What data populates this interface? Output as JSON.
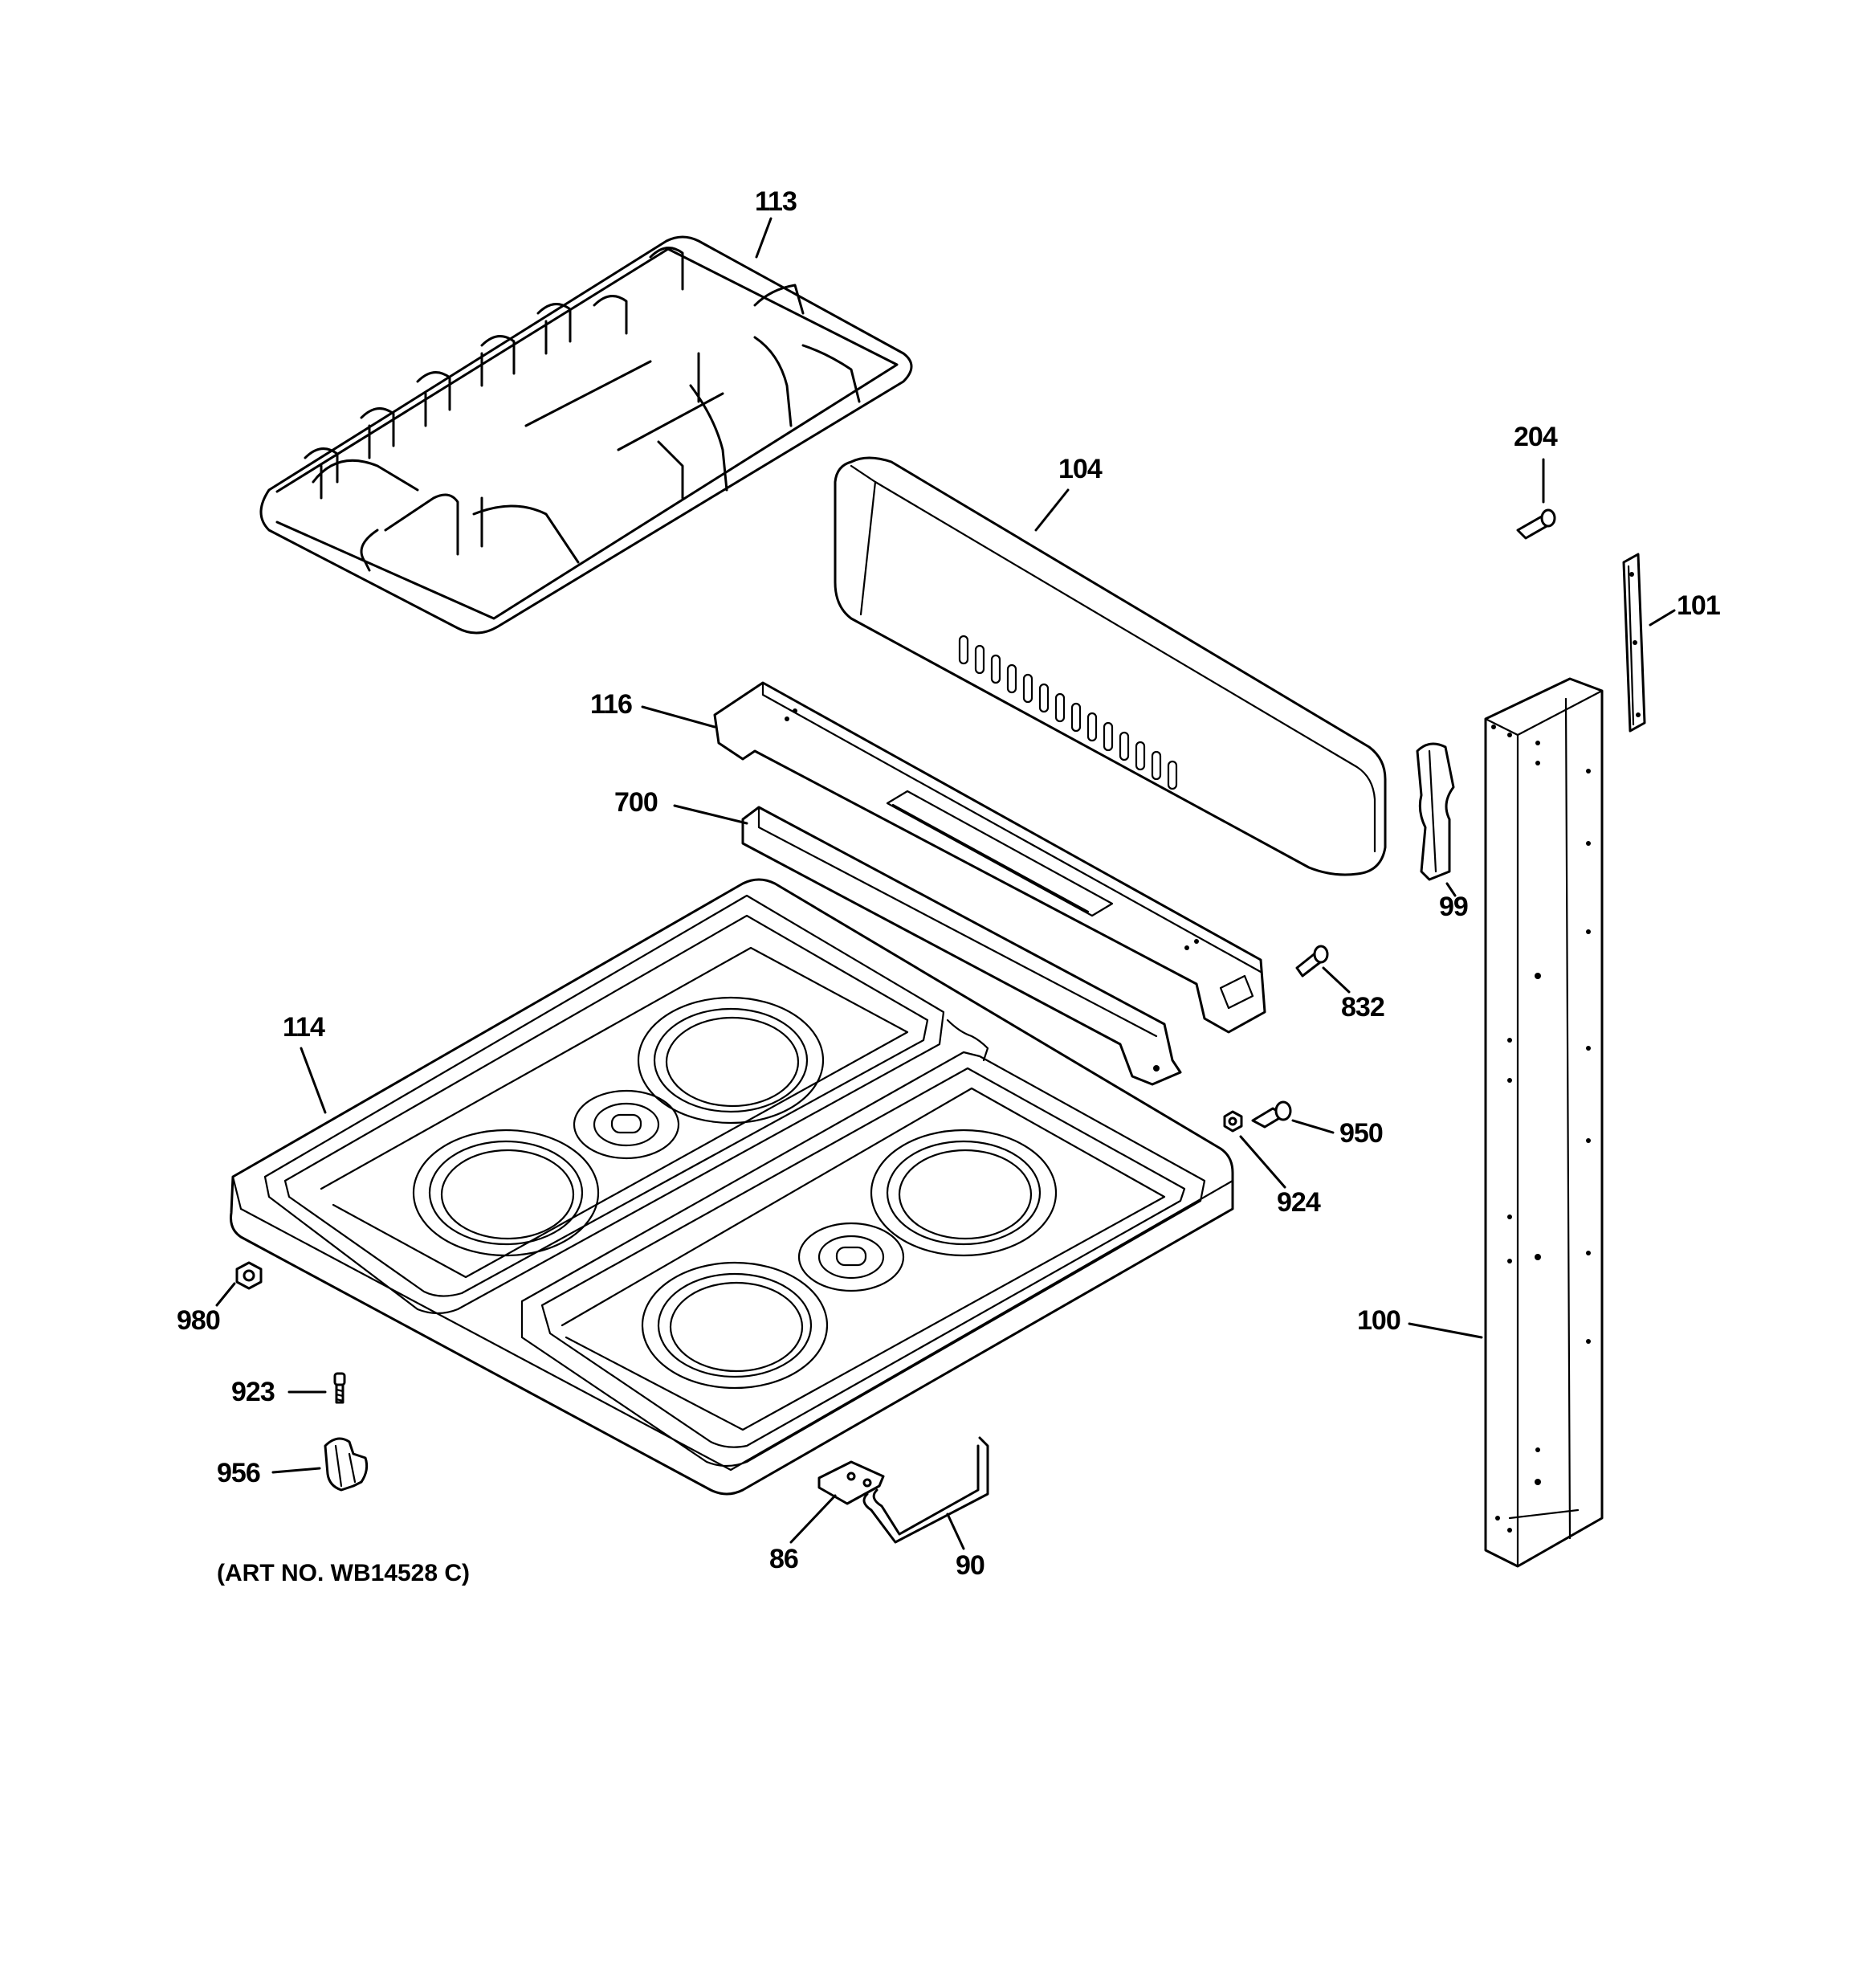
{
  "callouts": {
    "c113": "113",
    "c104": "104",
    "c204": "204",
    "c101": "101",
    "c116": "116",
    "c700": "700",
    "c99": "99",
    "c832": "832",
    "c114": "114",
    "c950": "950",
    "c924": "924",
    "c980": "980",
    "c100": "100",
    "c923": "923",
    "c956": "956",
    "c86": "86",
    "c90": "90"
  },
  "art_number": "(ART NO. WB14528 C)"
}
